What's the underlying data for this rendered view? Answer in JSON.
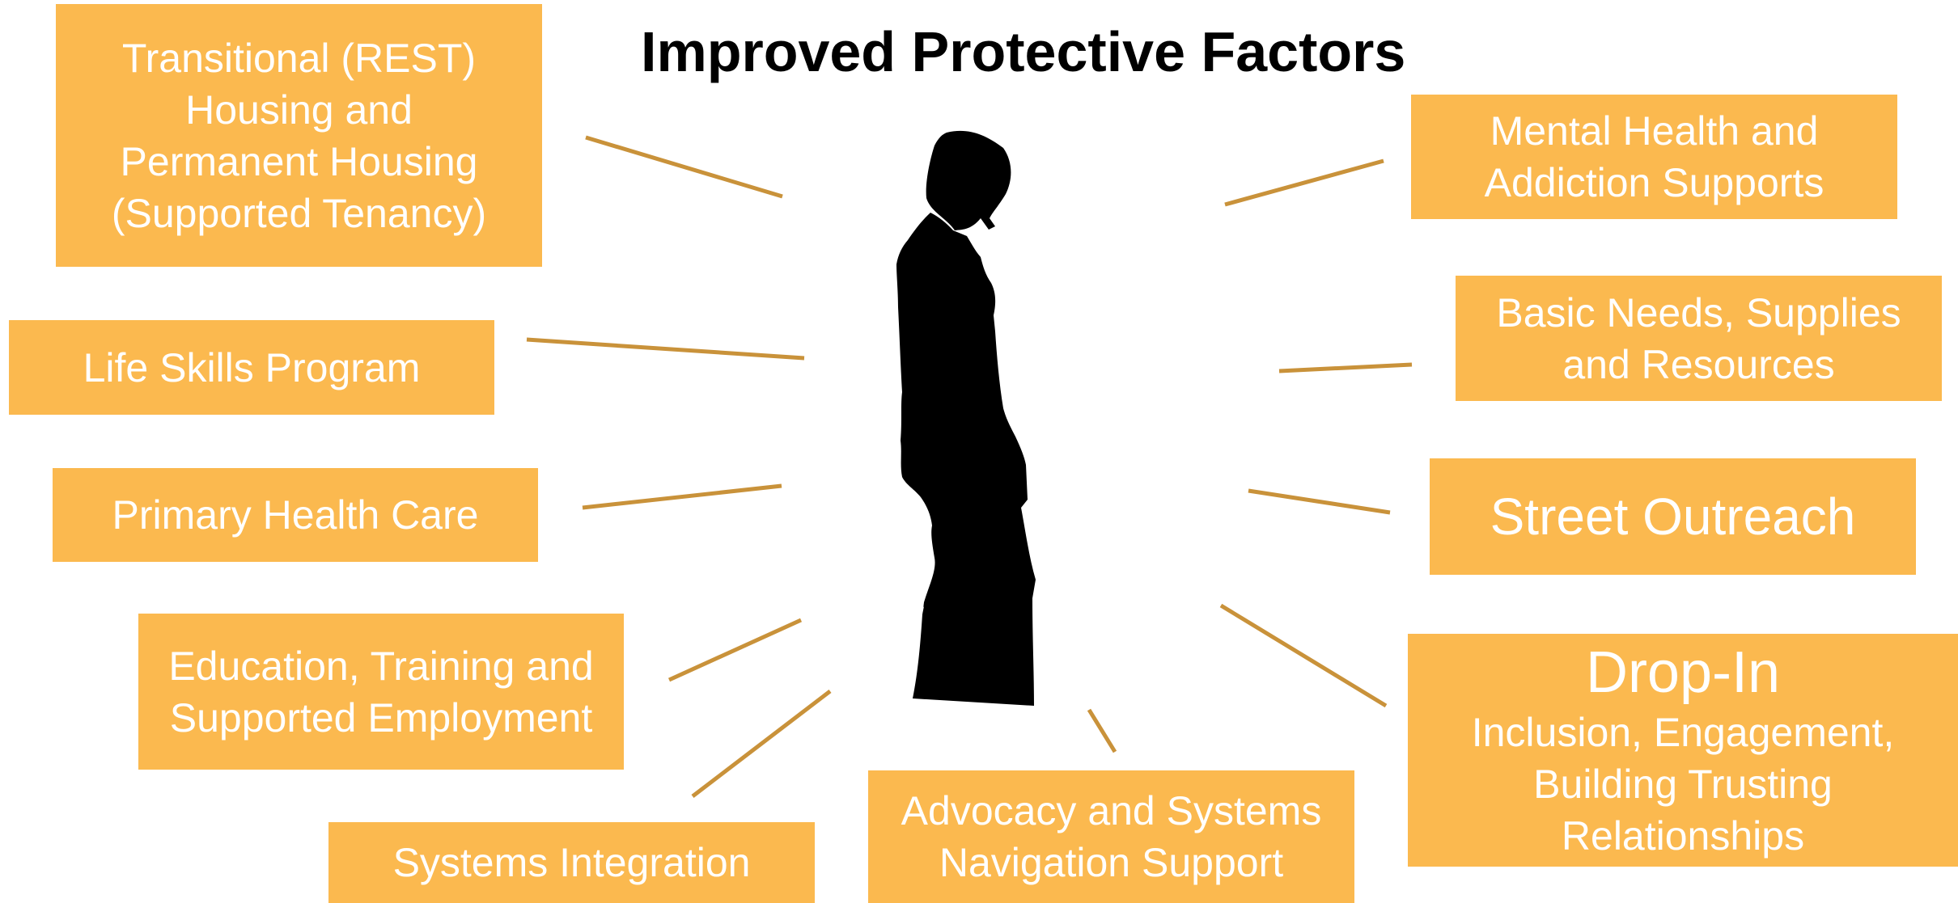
{
  "title": "Improved Protective Factors",
  "colors": {
    "box_fill": "#fbb94f",
    "box_text": "#ffffff",
    "connector": "#c9923a",
    "silhouette": "#000000"
  },
  "figure_icon": "person-silhouette-icon",
  "boxes": {
    "transitional_housing": [
      "Transitional (REST)",
      "Housing and",
      "Permanent Housing",
      "(Supported Tenancy)"
    ],
    "life_skills": [
      "Life Skills Program"
    ],
    "primary_health": [
      "Primary Health Care"
    ],
    "education": [
      "Education, Training and",
      "Supported Employment"
    ],
    "systems_integration": [
      "Systems Integration"
    ],
    "advocacy": [
      "Advocacy and Systems",
      "Navigation Support"
    ],
    "mental_health": [
      "Mental Health and",
      "Addiction Supports"
    ],
    "basic_needs": [
      "Basic Needs, Supplies",
      "and Resources"
    ],
    "street_outreach": [
      "Street Outreach"
    ],
    "drop_in": [
      "Drop-In",
      "Inclusion, Engagement,",
      "Building Trusting",
      "Relationships"
    ]
  }
}
